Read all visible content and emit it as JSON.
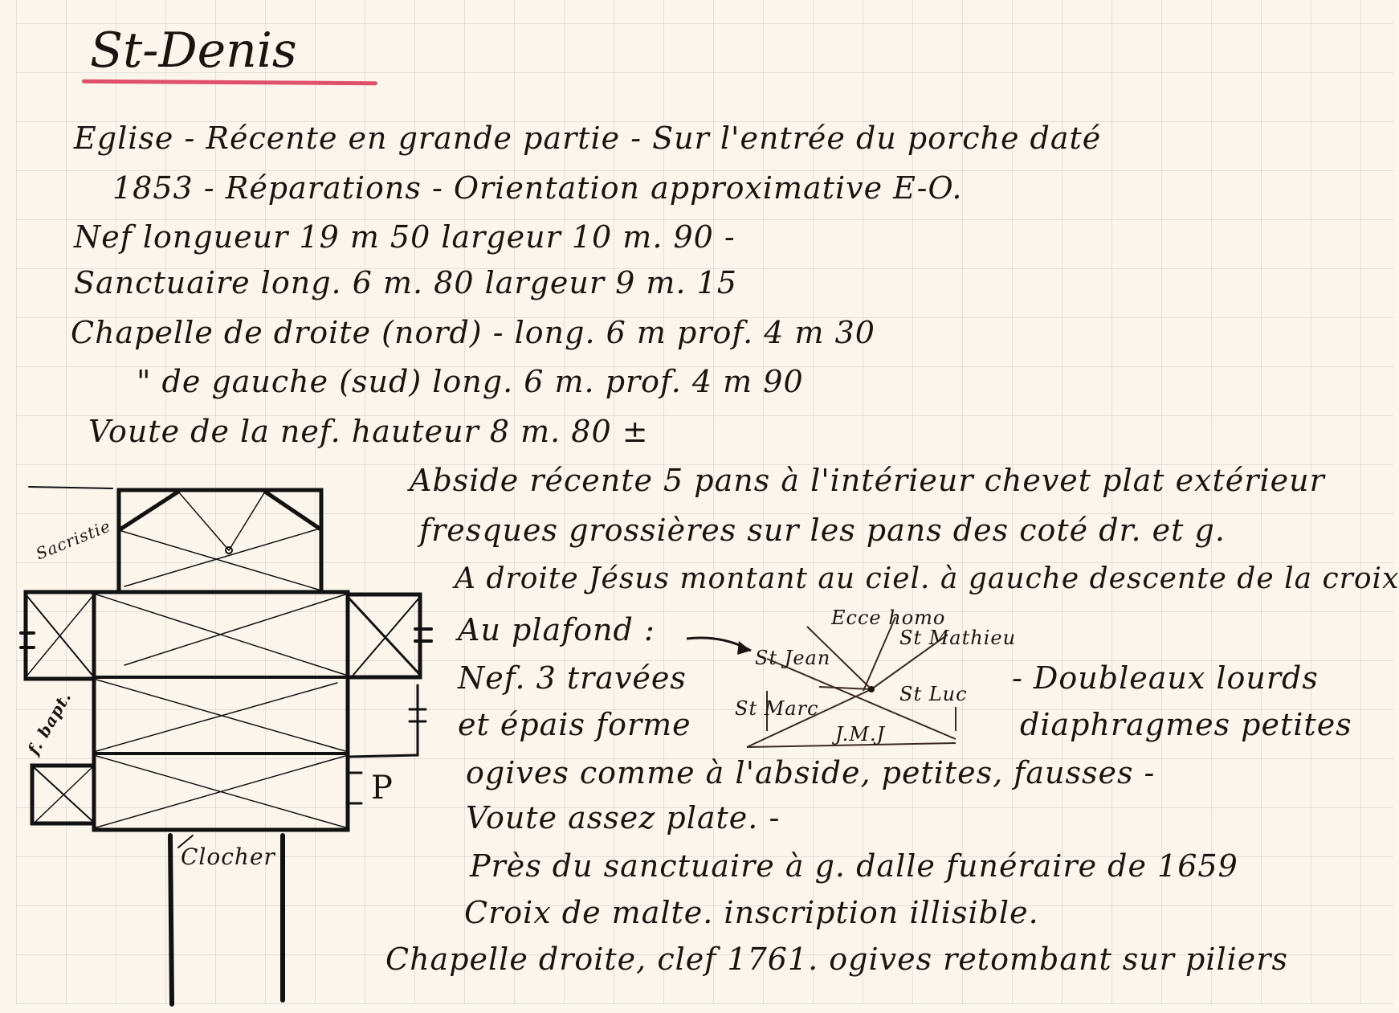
{
  "title": "St-Denis",
  "lines": [
    "Eglise - Récente en grande partie - Sur l'entrée du porche daté",
    "1853 - Réparations - Orientation approximative E-O.",
    "Nef longueur 19 m 50 largeur 10 m. 90 -",
    "Sanctuaire long. 6 m. 80 largeur 9 m. 15",
    "Chapelle de droite (nord) - long. 6 m prof. 4 m 30",
    "\" de gauche (sud) long. 6 m. prof. 4 m 90",
    "Voute de la nef. hauteur 8 m. 80 ±",
    "Abside récente 5 pans à l'intérieur chevet plat extérieur",
    "fresques grossières sur les pans des coté dr. et g.",
    "A droite Jésus montant au ciel. à gauche descente de la croix",
    "Au plafond :",
    "Nef. 3 travées",
    "- Doubleaux lourds",
    "et épais forme",
    "diaphragmes petites",
    "ogives comme à l'abside, petites, fausses -",
    "Voute assez plate. -",
    "Près du sanctuaire à g. dalle funéraire de 1659",
    "Croix de malte. inscription illisible.",
    "Chapelle droite, clef 1761. ogives retombant sur piliers"
  ],
  "ceiling_diagram": {
    "top": "Ecce homo",
    "top_right": "St Mathieu",
    "left_top": "St Jean",
    "right": "St Luc",
    "left": "St Marc",
    "bottom": "J.M.J"
  },
  "plan_labels": {
    "sacristie": "Sacristie",
    "baptistere": "f. bapt.",
    "porch": "P",
    "clocher": "Clocher"
  },
  "colors": {
    "ink": "#1a1410",
    "underline": "#e0506a",
    "paper": "#fbf5ec"
  }
}
